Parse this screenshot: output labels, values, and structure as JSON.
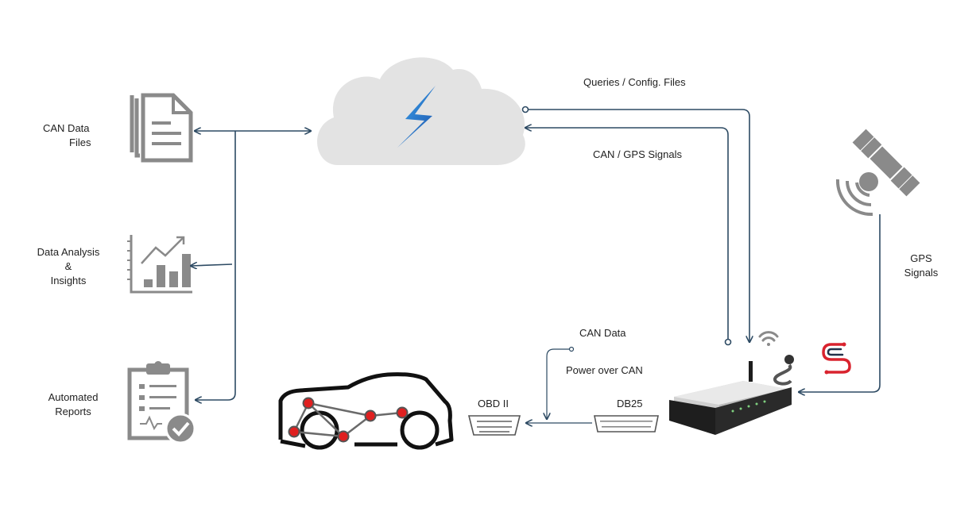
{
  "labels": {
    "can_data_files": [
      "CAN Data",
      "Files"
    ],
    "data_analysis": [
      "Data Analysis",
      "&",
      "Insights"
    ],
    "automated_reports": [
      "Automated",
      "Reports"
    ],
    "queries": "Queries / Config. Files",
    "can_gps_signals": "CAN / GPS Signals",
    "gps_signals": [
      "GPS",
      "Signals"
    ],
    "can_data": "CAN Data",
    "power_over_can": "Power over CAN",
    "obd2": "OBD II",
    "db25": "DB25"
  },
  "colors": {
    "line": "#2d4a63",
    "icon_gray": "#8a8a8a",
    "cloud": "#e3e3e3",
    "logo_blue": "#2a7fd4",
    "logo_red": "#d9232e",
    "node_red": "#e02020"
  },
  "icons": [
    "documents-icon",
    "growth-chart-icon",
    "clipboard-check-icon",
    "cloud-icon",
    "cloud-logo-icon",
    "satellite-icon",
    "wifi-icon",
    "brand-logo-icon",
    "car-icon",
    "obd2-connector-icon",
    "db25-connector-icon",
    "logger-device-icon"
  ]
}
